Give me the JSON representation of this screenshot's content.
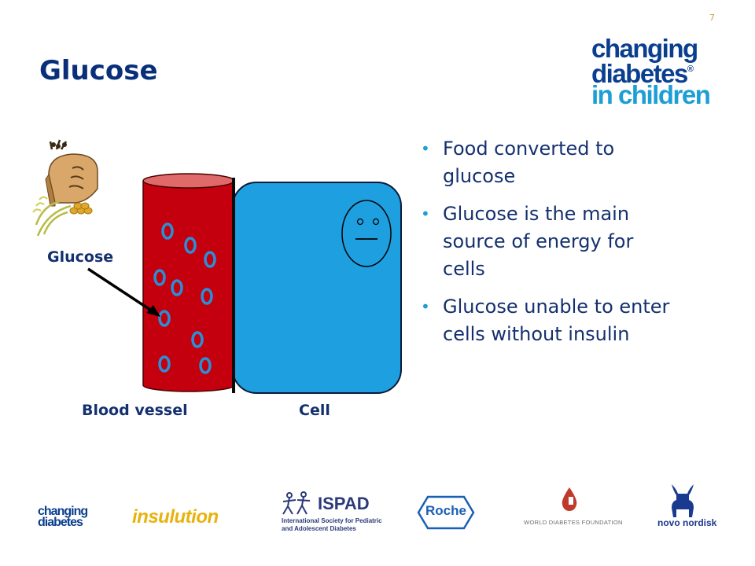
{
  "slide": {
    "number": "7",
    "title": "Glucose"
  },
  "brand_logo": {
    "line1": "changing",
    "line2": "diabetes",
    "line2_mark": "®",
    "line3": "in children"
  },
  "bullets": [
    "Food converted to glucose",
    "Glucose is the main source of energy for cells",
    "Glucose unable to enter cells without insulin"
  ],
  "diagram": {
    "glucose_label": "Glucose",
    "blood_vessel_label": "Blood vessel",
    "cell_label": "Cell",
    "colors": {
      "vessel": "#c4000f",
      "vessel_top": "#e06a6a",
      "cell": "#1d9fe0",
      "glucose_ring": "#2a8fd6"
    },
    "icons": [
      "bread-grain-icon",
      "smiley-face-icon",
      "arrow-icon"
    ]
  },
  "footer_logos": {
    "changing_diabetes_1": "changing",
    "changing_diabetes_2": "diabetes",
    "insulution": "insulution",
    "ispad_name": "ISPAD",
    "ispad_sub1": "International Society for Pediatric",
    "ispad_sub2": "and Adolescent Diabetes",
    "roche": "Roche",
    "wdf": "WORLD DIABETES FOUNDATION",
    "novo_nordisk": "novo nordisk"
  },
  "colors": {
    "title": "#0a2f7a",
    "text": "#14306e",
    "accent": "#1d9fd5"
  }
}
